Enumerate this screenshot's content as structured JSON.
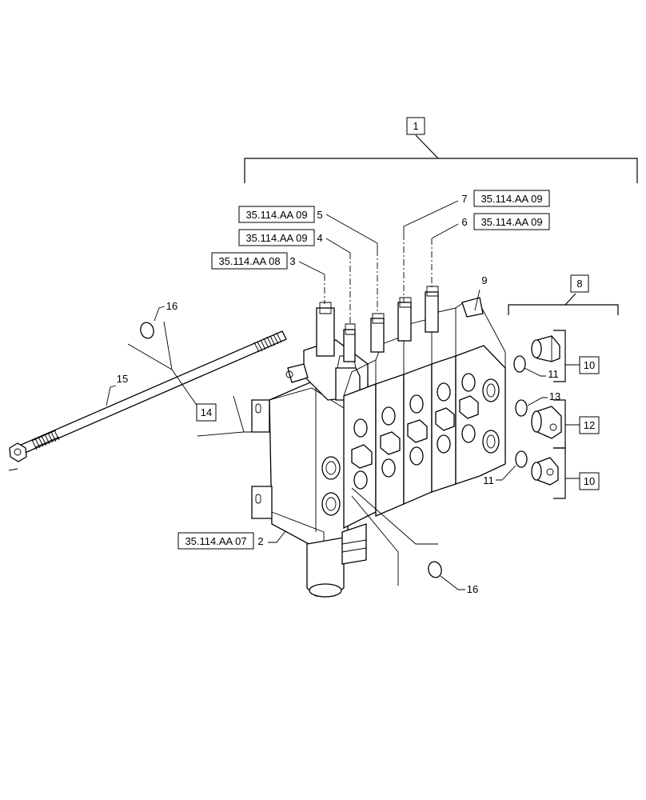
{
  "diagram": {
    "callouts": {
      "c1": "1",
      "c2": "2",
      "c3": "3",
      "c4": "4",
      "c5": "5",
      "c6": "6",
      "c7": "7",
      "c8": "8",
      "c9": "9",
      "c10a": "10",
      "c10b": "10",
      "c11a": "11",
      "c11b": "11",
      "c12": "12",
      "c13": "13",
      "c14": "14",
      "c15": "15",
      "c16a": "16",
      "c16b": "16"
    },
    "references": {
      "ref_item2": "35.114.AA 07",
      "ref_item3": "35.114.AA 08",
      "ref_item4": "35.114.AA 09",
      "ref_item5": "35.114.AA 09",
      "ref_item6": "35.114.AA 09",
      "ref_item7": "35.114.AA 09"
    }
  }
}
